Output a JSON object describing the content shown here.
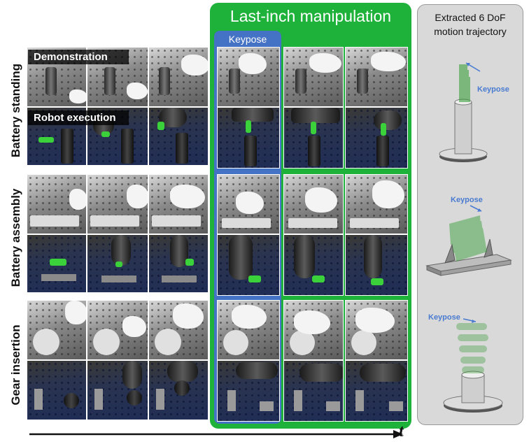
{
  "rows": {
    "battery_standing": "Battery standing",
    "battery_assembly": "Battery assembly",
    "gear_insertion": "Gear insertion"
  },
  "tags": {
    "demonstration": "Demonstration",
    "robot_execution": "Robot execution"
  },
  "last_inch": {
    "title": "Last-inch manipulation",
    "keypose": "Keypose"
  },
  "trajectory": {
    "title_line1": "Extracted 6 DoF",
    "title_line2": "motion trajectory",
    "keypose_labels": [
      "Keypose",
      "Keypose",
      "Keypose"
    ]
  },
  "time_axis": {
    "label": "t"
  },
  "colors": {
    "last_inch_green": "#1fb23a",
    "keypose_blue": "#4472c4",
    "trajectory_panel_gray": "#d9d9d9",
    "keypose_label_blue": "#4a7bd0"
  }
}
